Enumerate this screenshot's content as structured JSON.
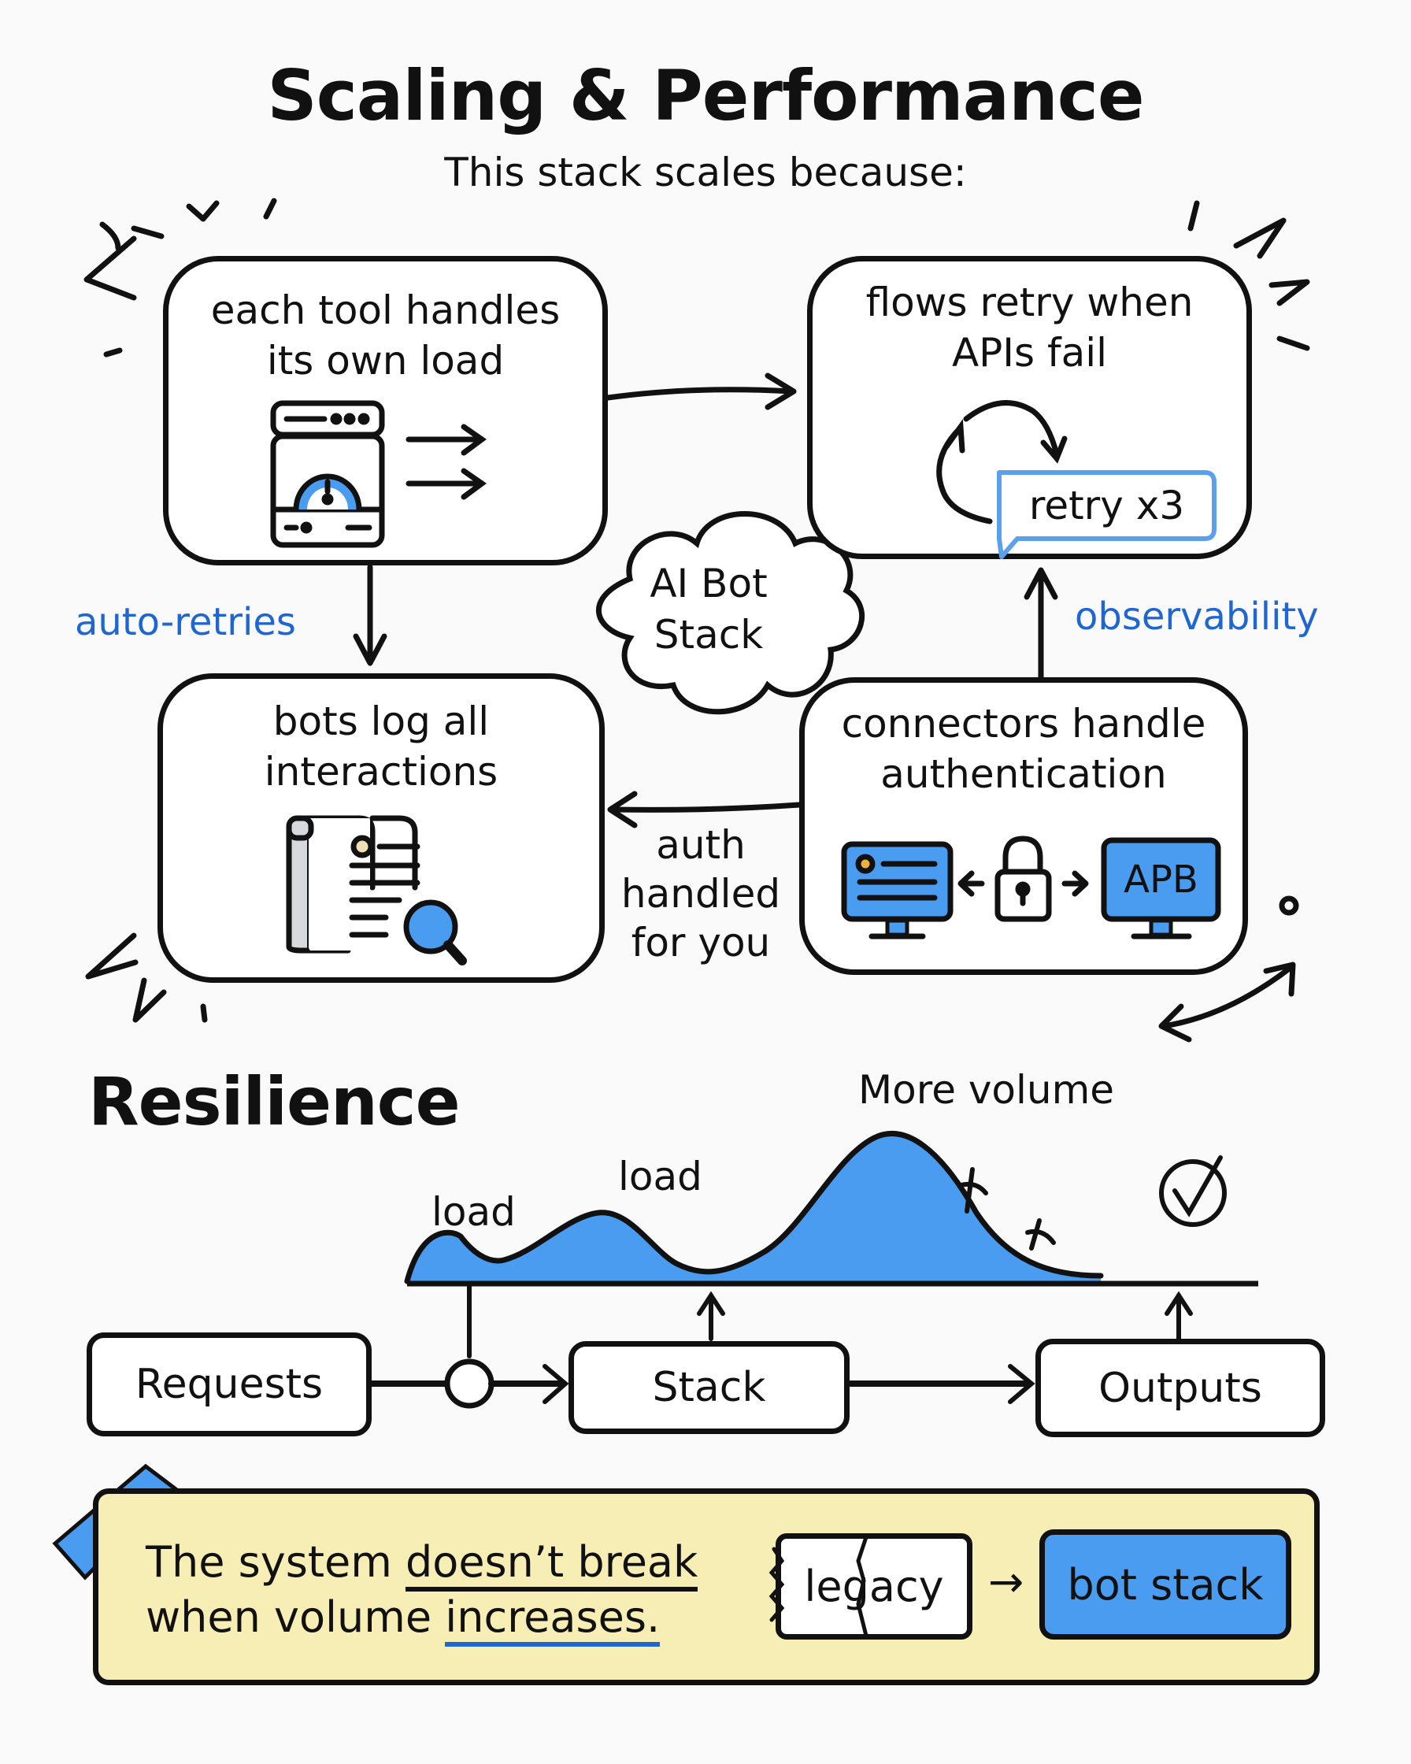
{
  "header": {
    "title": "Scaling & Performance",
    "subtitle": "This stack scales because:"
  },
  "boxes": {
    "tool_load": {
      "line1": "each tool handles",
      "line2": "its own load",
      "icon": "server-gauge-icon"
    },
    "flows_retry": {
      "line1": "flows retry when",
      "line2": "APIs fail",
      "badge": "retry x3",
      "icon": "retry-cycle-icon"
    },
    "bots_log": {
      "line1": "bots log all",
      "line2": "interactions",
      "icon": "log-search-icon"
    },
    "connectors": {
      "line1": "connectors handle",
      "line2": "authentication",
      "icon": "lock-connection-icon",
      "monitor_label": "APB"
    }
  },
  "center": {
    "line1": "AI Bot",
    "line2": "Stack"
  },
  "labels": {
    "auto_retries": "auto-retries",
    "observability": "observability",
    "auth_line1": "auth",
    "auth_line2": "handled",
    "auth_line3": "for you"
  },
  "resilience": {
    "title": "Resilience",
    "wave_labels": [
      "load",
      "load",
      "More volume"
    ],
    "flow": [
      "Requests",
      "Stack",
      "Outputs"
    ]
  },
  "callout": {
    "text_before": "The system ",
    "text_underlined_1": "doesn’t break",
    "text_line2_before": "when volume ",
    "text_underlined_2": "increases.",
    "legacy": "legacy",
    "arrow": "→",
    "bot_stack": "bot stack"
  },
  "colors": {
    "accent_blue": "#4a9cf0",
    "label_blue": "#1f66d1",
    "callout_bg": "#f7eeb5",
    "ink": "#111111"
  }
}
